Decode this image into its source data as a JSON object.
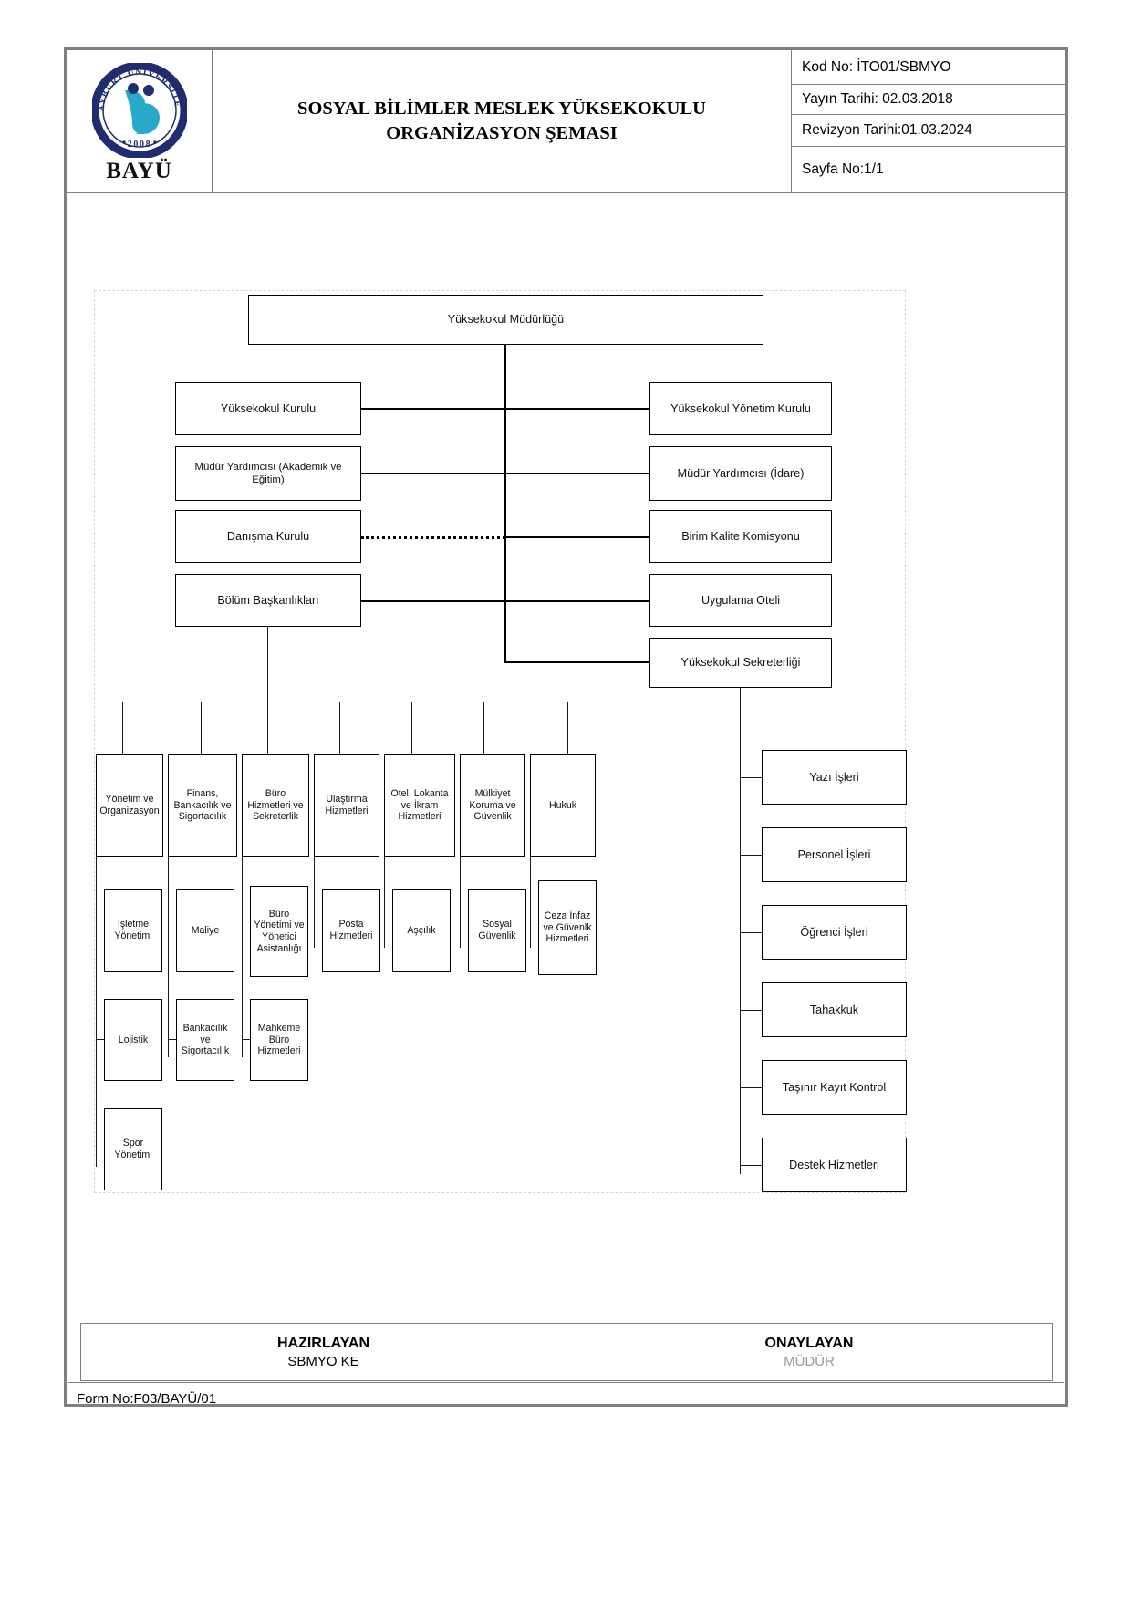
{
  "header": {
    "logo": {
      "ring_text": "BAYBURT ÜNİVERSİTESİ",
      "year": "2008",
      "abbr": "BAYÜ"
    },
    "title": "SOSYAL BİLİMLER MESLEK YÜKSEKOKULU ORGANİZASYON ŞEMASI",
    "meta": {
      "kod_no": "Kod No: İTO01/SBMYO",
      "yayin_tarihi": "Yayın Tarihi: 02.03.2018",
      "revizyon_tarihi": "Revizyon Tarihi:01.03.2024",
      "sayfa_no": "Sayfa No:1/1"
    }
  },
  "chart_data": {
    "type": "diagram",
    "title": "SOSYAL BİLİMLER MESLEK YÜKSEKOKULU ORGANİZASYON ŞEMASI",
    "root": "Yüksekokul Müdürlüğü",
    "left_column": [
      "Yüksekokul Kurulu",
      "Müdür Yardımcısı (Akademik ve Eğitim)",
      "Danışma Kurulu",
      "Bölüm Başkanlıkları"
    ],
    "right_column": [
      "Yüksekokul Yönetim Kurulu",
      "Müdür Yardımcısı (İdare)",
      "Birim Kalite Komisyonu",
      "Uygulama Oteli",
      "Yüksekokul Sekreterliği"
    ],
    "departments": [
      "Yönetim ve Organizasyon",
      "Finans, Bankacılık ve Sigortacılık",
      "Büro Hizmetleri ve Sekreterlik",
      "Ulaştırma Hizmetleri",
      "Otel, Lokanta ve İkram Hizmetleri",
      "Mülkiyet Koruma ve Güvenlik",
      "Hukuk"
    ],
    "programs": [
      [
        "İşletme Yönetimi",
        "Lojistik",
        "Spor Yönetimi"
      ],
      [
        "Maliye",
        "Bankacılık ve Sigortacılık"
      ],
      [
        "Büro Yönetimi ve Yönetici Asistanlığı",
        "Mahkeme Büro Hizmetleri"
      ],
      [
        "Posta Hizmetleri"
      ],
      [
        "Aşçılık"
      ],
      [
        "Sosyal Güvenlik"
      ],
      [
        "Ceza İnfaz ve Güvenlk Hizmetleri"
      ]
    ],
    "secretariat_units": [
      "Yazı İşleri",
      "Personel İşleri",
      "Öğrenci İşleri",
      "Tahakkuk",
      "Taşınır Kayıt Kontrol",
      "Destek Hizmetleri"
    ],
    "dotted_link": "Danışma Kurulu",
    "colors": {
      "line": "#000000",
      "border": "#808080",
      "logo_navy": "#1f2d6e",
      "logo_cyan": "#29a8c9"
    }
  },
  "footer": {
    "hazirlayan_label": "HAZIRLAYAN",
    "hazirlayan_value": "SBMYO KE",
    "onaylayan_label": "ONAYLAYAN",
    "onaylayan_value": "MÜDÜR",
    "form_no": "Form No:F03/BAYÜ/01"
  }
}
